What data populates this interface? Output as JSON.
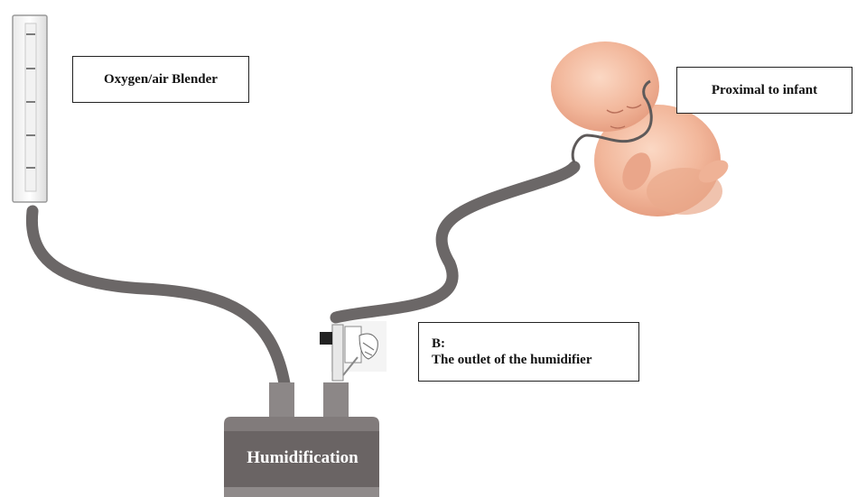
{
  "labels": {
    "blender": "Oxygen/air Blender",
    "infant": "Proximal to infant",
    "outlet_title": "B:",
    "outlet_desc": "The outlet of the humidifier"
  },
  "humidifier": {
    "label": "Humidification"
  },
  "colors": {
    "tube": "#6b6767",
    "humidifier_body": "#817b7b",
    "humidifier_band": "#6a6464",
    "infant_skin": "#f2b79b"
  }
}
